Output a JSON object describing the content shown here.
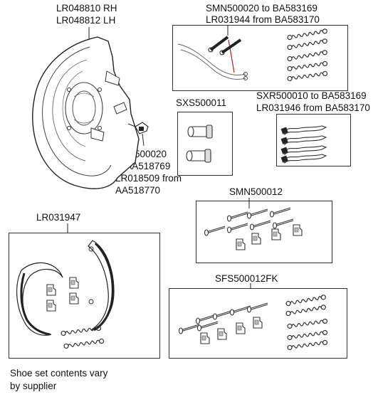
{
  "backing_plate": {
    "part_rh": "LR048810 RH",
    "part_lh": "LR048812 LH"
  },
  "bolt": {
    "line1": "SYP500020",
    "line2": "to AA518769",
    "line3": "LR018509 from",
    "line4": "AA518770"
  },
  "spring_kit_top": {
    "line1": "SMN500020 to BA583169",
    "line2": "LR031944 from BA583170"
  },
  "adjuster": {
    "part": "SXS500011"
  },
  "strut_kit": {
    "line1": "SXR500010 to BA583169",
    "line2": "LR031946 from BA583170"
  },
  "pin_kit": {
    "part": "SMN500012"
  },
  "shoe_set": {
    "part": "LR031947",
    "note_line1": "Shoe set contents vary",
    "note_line2": "by supplier"
  },
  "fitting_kit": {
    "part": "SFS500012FK"
  }
}
